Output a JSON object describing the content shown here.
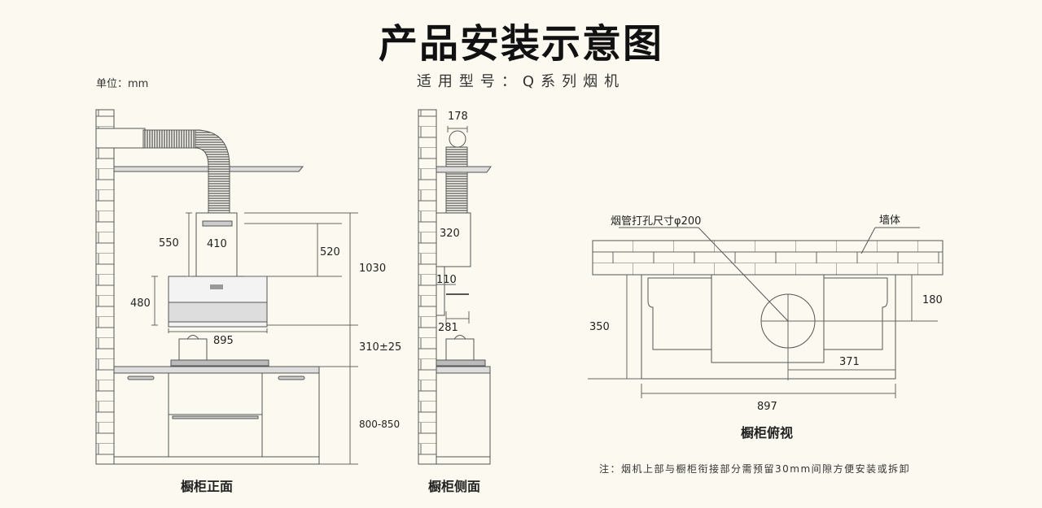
{
  "header": {
    "title": "产品安装示意图",
    "subtitle": "适用型号：Q系列烟机",
    "unit": "单位：mm"
  },
  "front_view": {
    "caption": "橱柜正面",
    "dims": {
      "duct_height": "550",
      "duct_width": "410",
      "upper_height": "520",
      "total_height": "1030",
      "hood_height": "480",
      "hood_width": "895",
      "gap": "310±25",
      "cabinet_height": "800-850"
    }
  },
  "side_view": {
    "caption": "橱柜侧面",
    "dims": {
      "duct_diameter": "178",
      "depth": "320",
      "offset": "110",
      "distance": "281"
    }
  },
  "top_view": {
    "caption": "橱柜俯视",
    "labels": {
      "hole": "烟管打孔尺寸φ200",
      "wall": "墙体"
    },
    "dims": {
      "depth": "350",
      "hole_offset": "180",
      "hole_center": "371",
      "width": "897"
    }
  },
  "note": "注：烟机上部与橱柜衔接部分需预留30mm间隙方便安装或拆卸"
}
